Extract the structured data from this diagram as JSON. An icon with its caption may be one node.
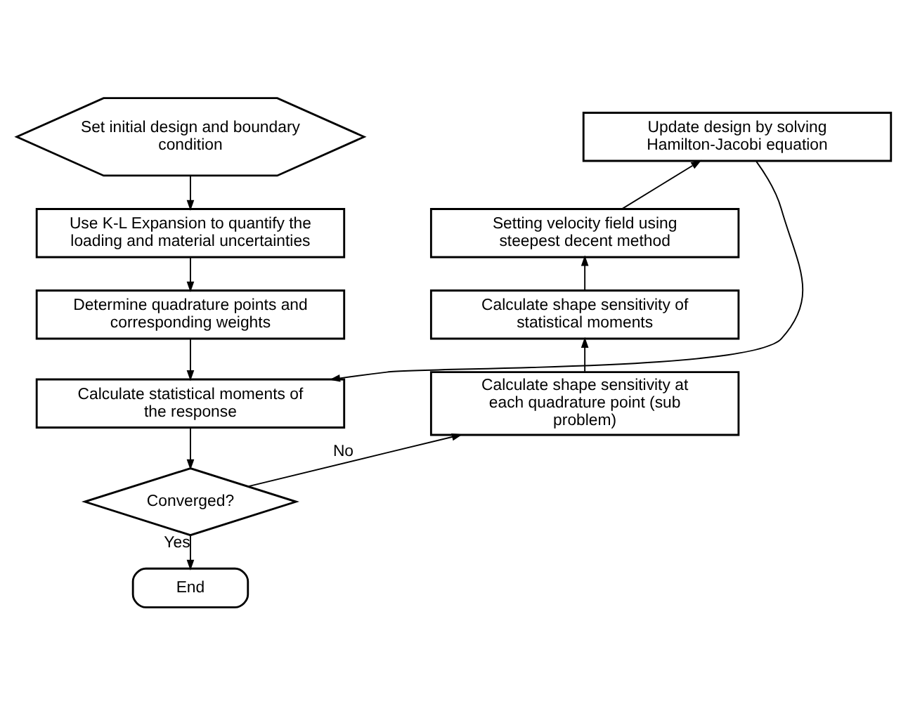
{
  "diagram": {
    "nodes": [
      {
        "text": [
          "Set initial design and boundary condition"
        ]
      },
      {
        "text": [
          "Use K-L Expansion to quantify the loading and material uncertainties"
        ]
      },
      {
        "text": [
          "Determine quadrature points and corresponding weights"
        ]
      },
      {
        "text": [
          "Calculate statistical moments of the response"
        ]
      },
      {
        "text": [
          "Converged?"
        ]
      },
      {
        "text": [
          "End"
        ]
      },
      {
        "text": [
          "Calculate shape sensitivity at each quadrature point (sub problem)"
        ]
      },
      {
        "text": [
          "Calculate shape sensitivity of statistical moments"
        ]
      },
      {
        "text": [
          "Setting velocity field using steepest decent method"
        ]
      },
      {
        "text": [
          "Update design by solving Hamilton-Jacobi equation"
        ]
      }
    ],
    "edges": [
      {
        "from": 0,
        "to": 1,
        "arrow": "to"
      },
      {
        "from": 1,
        "to": 2,
        "arrow": "to"
      },
      {
        "from": 2,
        "to": 3,
        "arrow": "to"
      },
      {
        "from": 3,
        "to": 4,
        "arrow": "to"
      },
      {
        "from": 4,
        "to": 5,
        "label": "Yes",
        "arrow": "to"
      },
      {
        "from": 4,
        "to": 6,
        "label": "No",
        "arrow": "to"
      },
      {
        "from": 6,
        "to": 7,
        "arrow": "to"
      },
      {
        "from": 7,
        "to": 8,
        "arrow": "to"
      },
      {
        "from": 8,
        "to": 9,
        "arrow": "to"
      },
      {
        "from": 9,
        "to": 3,
        "arrow": "to"
      }
    ]
  }
}
